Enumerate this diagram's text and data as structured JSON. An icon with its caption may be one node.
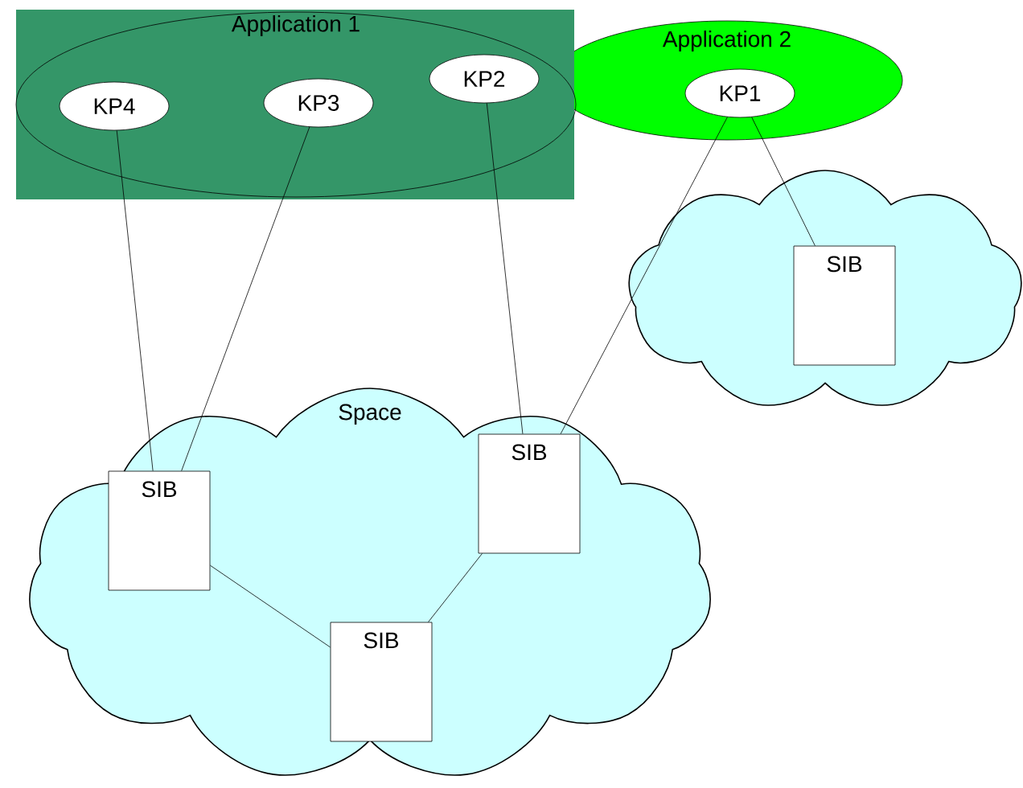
{
  "diagram": {
    "nodes": [
      {
        "text": [
          "Application 1"
        ]
      },
      {
        "text": [
          "Application 2"
        ]
      },
      {
        "text": [
          "KP4"
        ],
        "in": 0
      },
      {
        "text": [
          "KP3"
        ],
        "in": 0
      },
      {
        "text": [
          "KP2"
        ],
        "in": 0
      },
      {
        "text": [
          "KP1"
        ],
        "in": 1
      },
      {
        "text": [
          "Space"
        ]
      },
      {
        "text": [
          "SIB"
        ],
        "in": 6
      },
      {
        "text": [
          "SIB"
        ],
        "in": 6
      },
      {
        "text": [
          "SIB"
        ],
        "in": 6
      },
      {
        "text": [],
        "shape": "cloud"
      },
      {
        "text": [
          "SIB"
        ],
        "in": 10
      }
    ],
    "edges": [
      {
        "from": 2,
        "to": 7,
        "arrow": "none"
      },
      {
        "from": 3,
        "to": 7,
        "arrow": "none"
      },
      {
        "from": 4,
        "to": 8,
        "arrow": "none"
      },
      {
        "from": 5,
        "to": 8,
        "arrow": "none"
      },
      {
        "from": 5,
        "to": 11,
        "arrow": "none"
      },
      {
        "from": 7,
        "to": 9,
        "arrow": "none"
      },
      {
        "from": 9,
        "to": 8,
        "arrow": "none"
      }
    ]
  }
}
